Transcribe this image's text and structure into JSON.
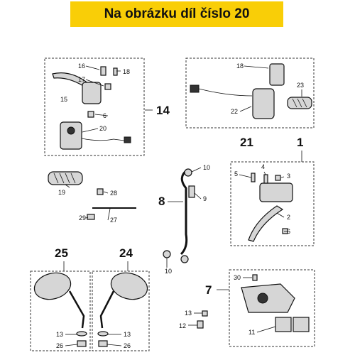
{
  "header": {
    "title": "Na obrázku díl číslo 20",
    "bg": "#f9ce07"
  },
  "labels": {
    "n1": "1",
    "n2": "2",
    "n3": "3",
    "n4": "4",
    "n5": "5",
    "n6a": "6",
    "n6b": "6",
    "n7": "7",
    "n8": "8",
    "n9": "9",
    "n10a": "10",
    "n10b": "10",
    "n11": "11",
    "n12": "12",
    "n13a": "13",
    "n13b": "13",
    "n13c": "13",
    "n14": "14",
    "n15": "15",
    "n16": "16",
    "n17": "17",
    "n18a": "18",
    "n18b": "18",
    "n19": "19",
    "n20": "20",
    "n21": "21",
    "n22": "22",
    "n23": "23",
    "n24": "24",
    "n25": "25",
    "n26a": "26",
    "n26b": "26",
    "n27": "27",
    "n28": "28",
    "n29": "29",
    "n30": "30"
  }
}
